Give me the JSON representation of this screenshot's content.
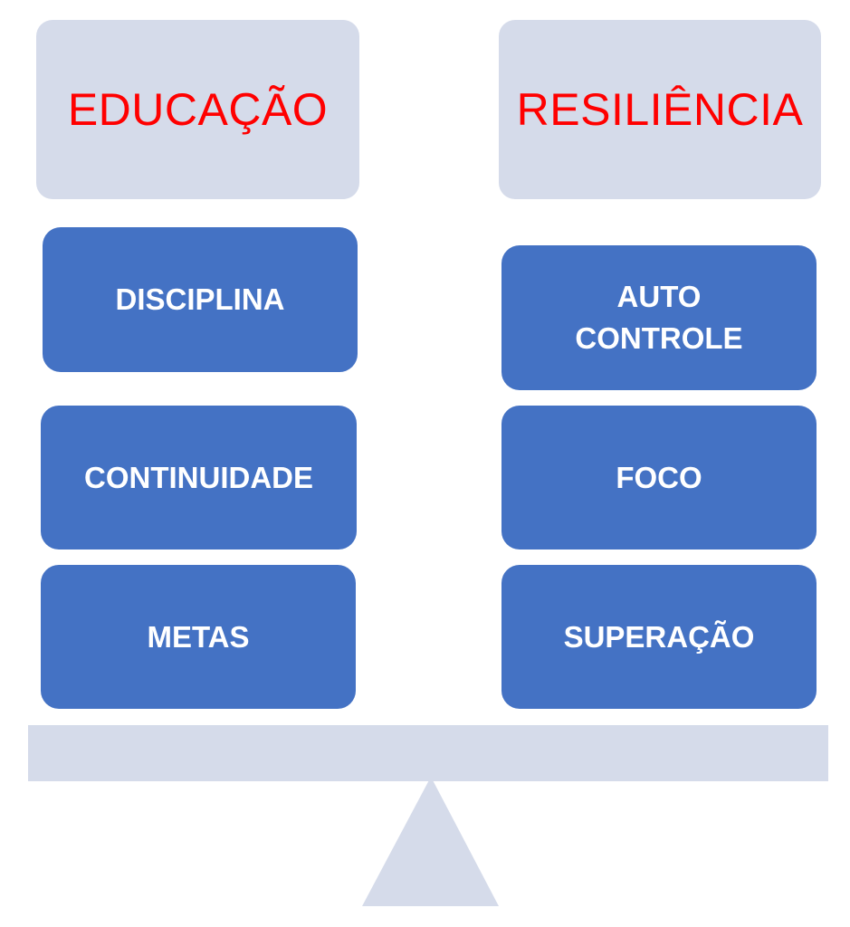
{
  "colors": {
    "header_bg": "#d5dbea",
    "header_text": "#ff0000",
    "item_bg": "#4472c4",
    "item_text": "#ffffff",
    "beam": "#d5dbea"
  },
  "left": {
    "header": "EDUCAÇÃO",
    "items": [
      "DISCIPLINA",
      "CONTINUIDADE",
      "METAS"
    ]
  },
  "right": {
    "header": "RESILIÊNCIA",
    "items": [
      "AUTO CONTROLE",
      "FOCO",
      "SUPERAÇÃO"
    ],
    "item0_lines": [
      "AUTO",
      "CONTROLE"
    ]
  }
}
